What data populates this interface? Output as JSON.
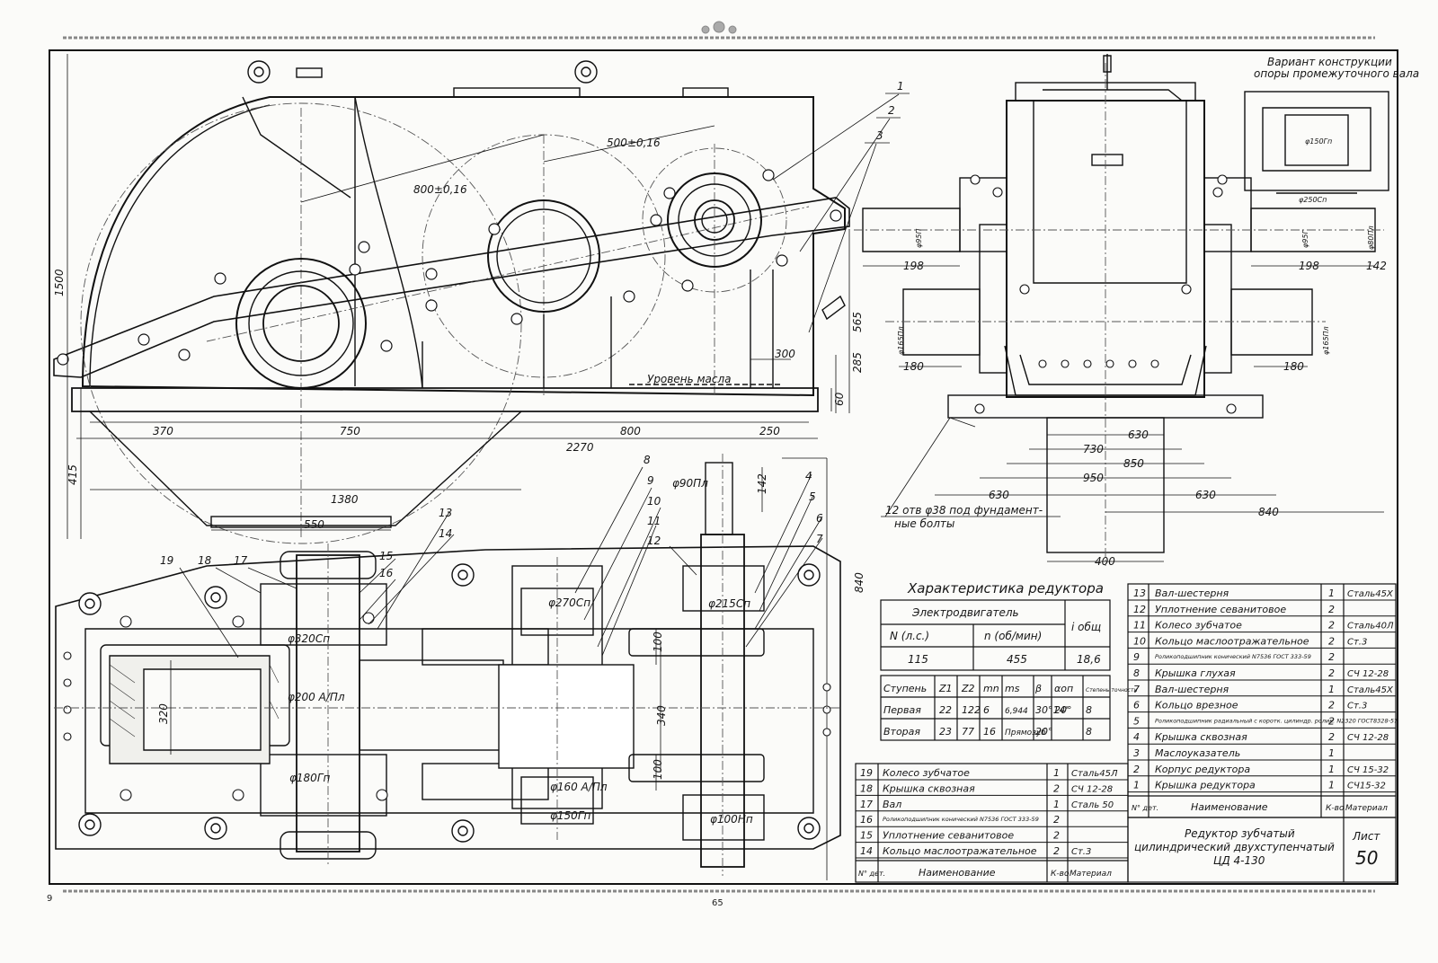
{
  "page_number": "65",
  "margin_mark": "9",
  "side_note": {
    "line1": "Вариант конструкции",
    "line2": "опоры промежуточного вала",
    "d150": "φ150Гп",
    "d250": "φ250Сп"
  },
  "callouts": [
    "1",
    "2",
    "3",
    "4",
    "5",
    "6",
    "7",
    "8",
    "9",
    "10",
    "11",
    "12",
    "13",
    "14",
    "15",
    "16",
    "17",
    "18",
    "19"
  ],
  "elevation": {
    "oil_level": "Уровень масла",
    "dims": {
      "d1500": "1500",
      "d800": "800±0,16",
      "d500": "500±0,16",
      "d565": "565",
      "d285": "285",
      "d60": "60",
      "d300": "300",
      "d370": "370",
      "d750": "750",
      "d800b": "800",
      "d250": "250",
      "d2270": "2270",
      "d415": "415",
      "d1380": "1380",
      "d550": "550"
    }
  },
  "side_view": {
    "dims": {
      "d95a": "φ95П",
      "d95b": "φ95Г",
      "d80": "φ80Пл",
      "d198a": "198",
      "d198b": "198",
      "d142": "142",
      "d165a": "φ165Пл",
      "d165b": "φ165Пл",
      "d180a": "180",
      "d180b": "180",
      "d630": "630",
      "d730": "730",
      "d850": "850",
      "d950": "950",
      "d630b": "630",
      "d630c": "630",
      "d840": "840",
      "d400": "400"
    },
    "bolt_note_1": "12 отв φ38 под фундамент-",
    "bolt_note_2": "ные болты"
  },
  "plan": {
    "dims": {
      "d90": "φ90Пл",
      "d142": "142",
      "d270": "φ270Сп",
      "d215": "φ215Сп",
      "d320": "φ320Сп",
      "d200": "φ200 А/Пл",
      "d180": "φ180Гп",
      "d160": "φ160 А/Пл",
      "d150": "φ150Гп",
      "d100": "φ100Нп",
      "w320": "320",
      "w340": "340",
      "w100a": "100",
      "w100b": "100",
      "d840": "840"
    }
  },
  "characteristics": {
    "title": "Характеристика редуктора",
    "motor_header": "Электродвигатель",
    "col_N": "N (л.с.)",
    "col_n": "n (об/мин)",
    "col_i": "i общ",
    "val_N": "115",
    "val_n": "455",
    "val_i": "18,6",
    "stage_headers": [
      "Ступень",
      "Z1",
      "Z2",
      "mn",
      "ms",
      "β",
      "αоп",
      "Степень точности"
    ],
    "stages": [
      [
        "Первая",
        "22",
        "122",
        "6",
        "6,944",
        "30°14'",
        "20°",
        "8"
      ],
      [
        "Вторая",
        "23",
        "77",
        "16",
        "Прямозуб",
        "20°",
        "",
        "8"
      ]
    ]
  },
  "parts_right": {
    "rows": [
      [
        "13",
        "Вал-шестерня",
        "1",
        "Сталь45Х"
      ],
      [
        "12",
        "Уплотнение севанитовое",
        "2",
        ""
      ],
      [
        "11",
        "Колесо зубчатое",
        "2",
        "Сталь40Л"
      ],
      [
        "10",
        "Кольцо маслоотражательное",
        "2",
        "Ст.3"
      ],
      [
        "9",
        "Роликоподшипник конический N7536 ГОСТ 333-59",
        "2",
        ""
      ],
      [
        "8",
        "Крышка глухая",
        "2",
        "СЧ 12-28"
      ],
      [
        "7",
        "Вал-шестерня",
        "1",
        "Сталь45Х"
      ],
      [
        "6",
        "Кольцо врезное",
        "2",
        "Ст.3"
      ],
      [
        "5",
        "Роликоподшипник радиальный с коротк. цилиндр. ролик. N2320 ГОСТ8328-57",
        "2",
        ""
      ],
      [
        "4",
        "Крышка сквозная",
        "2",
        "СЧ 12-28"
      ],
      [
        "3",
        "Маслоуказатель",
        "1",
        ""
      ],
      [
        "2",
        "Корпус редуктора",
        "1",
        "СЧ 15-32"
      ],
      [
        "1",
        "Крышка редуктора",
        "1",
        "СЧ15-32"
      ]
    ],
    "footer": [
      "N° дет.",
      "Наименование",
      "К-во",
      "Материал"
    ]
  },
  "parts_left": {
    "rows": [
      [
        "19",
        "Колесо зубчатое",
        "1",
        "Сталь45Л"
      ],
      [
        "18",
        "Крышка сквозная",
        "2",
        "СЧ 12-28"
      ],
      [
        "17",
        "Вал",
        "1",
        "Сталь 50"
      ],
      [
        "16",
        "Роликоподшипник конический N7536 ГОСТ 333-59",
        "2",
        ""
      ],
      [
        "15",
        "Уплотнение севанитовое",
        "2",
        ""
      ],
      [
        "14",
        "Кольцо маслоотражательное",
        "2",
        "Ст.3"
      ]
    ],
    "footer": [
      "N° дет.",
      "Наименование",
      "К-во",
      "Материал"
    ]
  },
  "title_block": {
    "line1": "Редуктор зубчатый",
    "line2": "цилиндрический двухступенчатый",
    "line3": "ЦД 4-130",
    "sheet_label": "Лист",
    "sheet_number": "50"
  }
}
